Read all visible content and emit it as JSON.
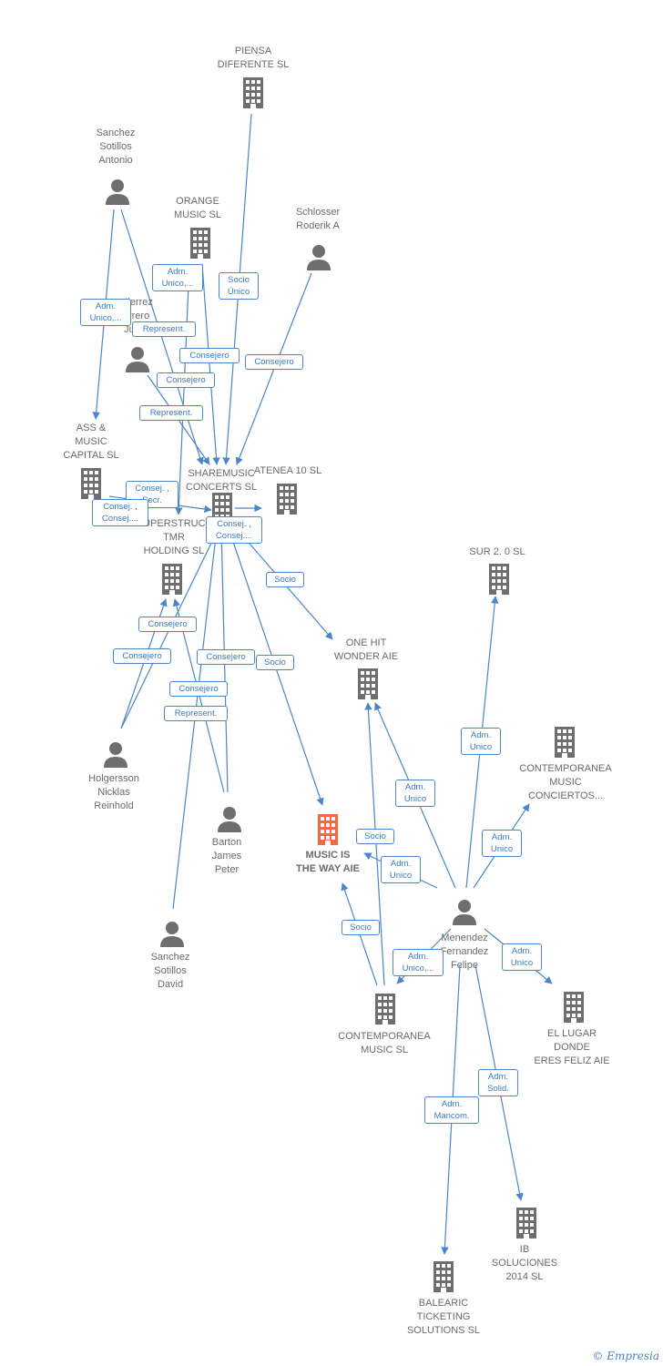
{
  "colors": {
    "edge": "#4a86c9",
    "node": "#6e6e6e",
    "center": "#f26a3d"
  },
  "nodes": {
    "piensa": {
      "label": "PIENSA\nDIFERENTE SL",
      "kind": "company"
    },
    "sanchez_a": {
      "label": "Sanchez\nSotillos\nAntonio",
      "kind": "person"
    },
    "orange": {
      "label": "ORANGE\nMUSIC  SL",
      "kind": "company"
    },
    "schlosser": {
      "label": "Schlosser\nRoderik A",
      "kind": "person"
    },
    "gutierrez": {
      "label": "...tierrez\n...rrero\nJuan",
      "kind": "person"
    },
    "ass": {
      "label": "ASS &\nMUSIC\nCAPITAL SL",
      "kind": "company"
    },
    "sharemusic": {
      "label": "SHAREMUSIC\nCONCERTS  SL",
      "kind": "company"
    },
    "atenea": {
      "label": "ATENEA 10 SL",
      "kind": "company"
    },
    "superstruct": {
      "label": "SUPERSTRUCT\nTMR\nHOLDING  SL",
      "kind": "company"
    },
    "sur2": {
      "label": "SUR 2. 0 SL",
      "kind": "company"
    },
    "onehit": {
      "label": "ONE HIT\nWONDER AIE",
      "kind": "company"
    },
    "contemp_conc": {
      "label": "CONTEMPORANEA\nMUSIC\nCONCIERTOS...",
      "kind": "company"
    },
    "holgersson": {
      "label": "Holgersson\nNicklas\nReinhold",
      "kind": "person"
    },
    "barton": {
      "label": "Barton\nJames\nPeter",
      "kind": "person"
    },
    "musicis": {
      "label": "MUSIC IS\nTHE WAY AIE",
      "kind": "center"
    },
    "menendez": {
      "label": "Menendez\nFernandez\nFelipe",
      "kind": "person"
    },
    "sanchez_d": {
      "label": "Sanchez\nSotillos\nDavid",
      "kind": "person"
    },
    "contemp_sl": {
      "label": "CONTEMPORANEA\nMUSIC  SL",
      "kind": "company"
    },
    "lugar": {
      "label": "EL LUGAR\nDONDE\nERES FELIZ AIE",
      "kind": "company"
    },
    "ib": {
      "label": "IB\nSOLUCIONES\n2014  SL",
      "kind": "company"
    },
    "balearic": {
      "label": "BALEARIC\nTICKETING\nSOLUTIONS  SL",
      "kind": "company"
    }
  },
  "edge_labels": {
    "adm_orange": "Adm.\nUnico,...",
    "socio_piensa": "Socio\nÚnico",
    "adm_sanchez": "Adm.\nUnico,...",
    "represent_1": "Represent.",
    "consejero_orange": "Consejero",
    "consejero_schlosser": "Consejero",
    "consejero_gut": "Consejero",
    "represent_2": "Represent.",
    "consej_secr": "Consej. ,\nSecr.",
    "consej_consej_ass": "Consej. ,\nConsej....",
    "consej_consej_sh": "Consej. ,\nConsej....",
    "socio_onehit": "Socio",
    "consejero_h1": "Consejero",
    "consejero_h2": "Consejero",
    "consejero_b": "Consejero",
    "consejero_d": "Consejero",
    "represent_3": "Represent.",
    "socio_musicis": "Socio",
    "adm_sur": "Adm.\nUnico",
    "adm_contconc": "Adm.\nUnico",
    "adm_onehit": "Adm.\nUnico",
    "socio_cont_onehit": "Socio",
    "adm_musicis": "Adm.\nUnico",
    "socio_cont_musicis": "Socio",
    "adm_contsl": "Adm.\nUnico,...",
    "adm_lugar": "Adm.\nUnico",
    "adm_solid": "Adm.\nSolid.",
    "adm_mancom": "Adm.\nMancom."
  },
  "footer": {
    "copyright": "©",
    "brand": "Empresia"
  }
}
